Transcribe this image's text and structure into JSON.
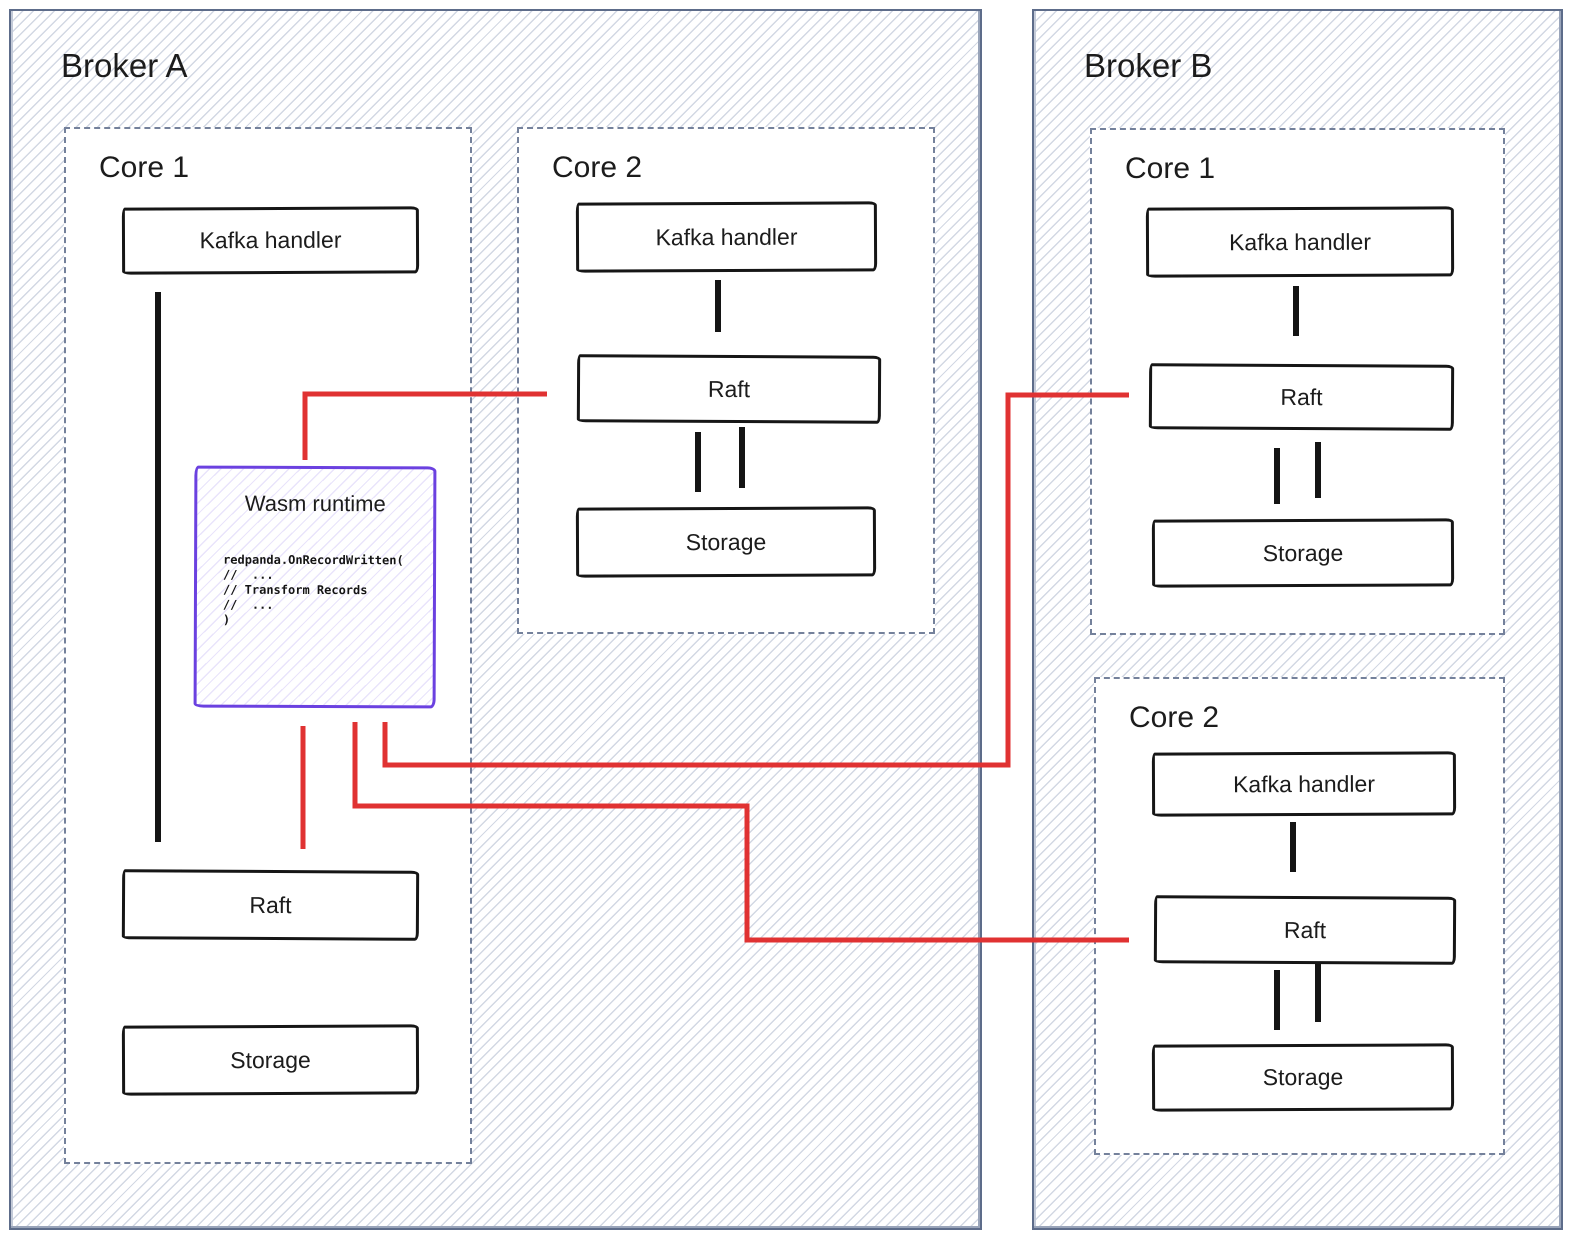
{
  "broker_a": {
    "title": "Broker A",
    "core1": {
      "label": "Core 1",
      "kafka_handler": "Kafka handler",
      "raft": "Raft",
      "storage": "Storage",
      "wasm": {
        "title": "Wasm runtime",
        "code": [
          "redpanda.OnRecordWritten(",
          "//  ...",
          "// Transform Records",
          "//  ...",
          ")"
        ]
      }
    },
    "core2": {
      "label": "Core 2",
      "kafka_handler": "Kafka handler",
      "raft": "Raft",
      "storage": "Storage"
    }
  },
  "broker_b": {
    "title": "Broker B",
    "core1": {
      "label": "Core 1",
      "kafka_handler": "Kafka handler",
      "raft": "Raft",
      "storage": "Storage"
    },
    "core2": {
      "label": "Core 2",
      "kafka_handler": "Kafka handler",
      "raft": "Raft",
      "storage": "Storage"
    }
  },
  "colors": {
    "broker_border": "#5d6c8a",
    "core_border_dashed": "#74819b",
    "hatch_line": "#a6b2c8",
    "node_border": "#161616",
    "wasm_purple": "#6b41e0",
    "replication_red": "#e03232",
    "arrow_black": "#141414"
  }
}
